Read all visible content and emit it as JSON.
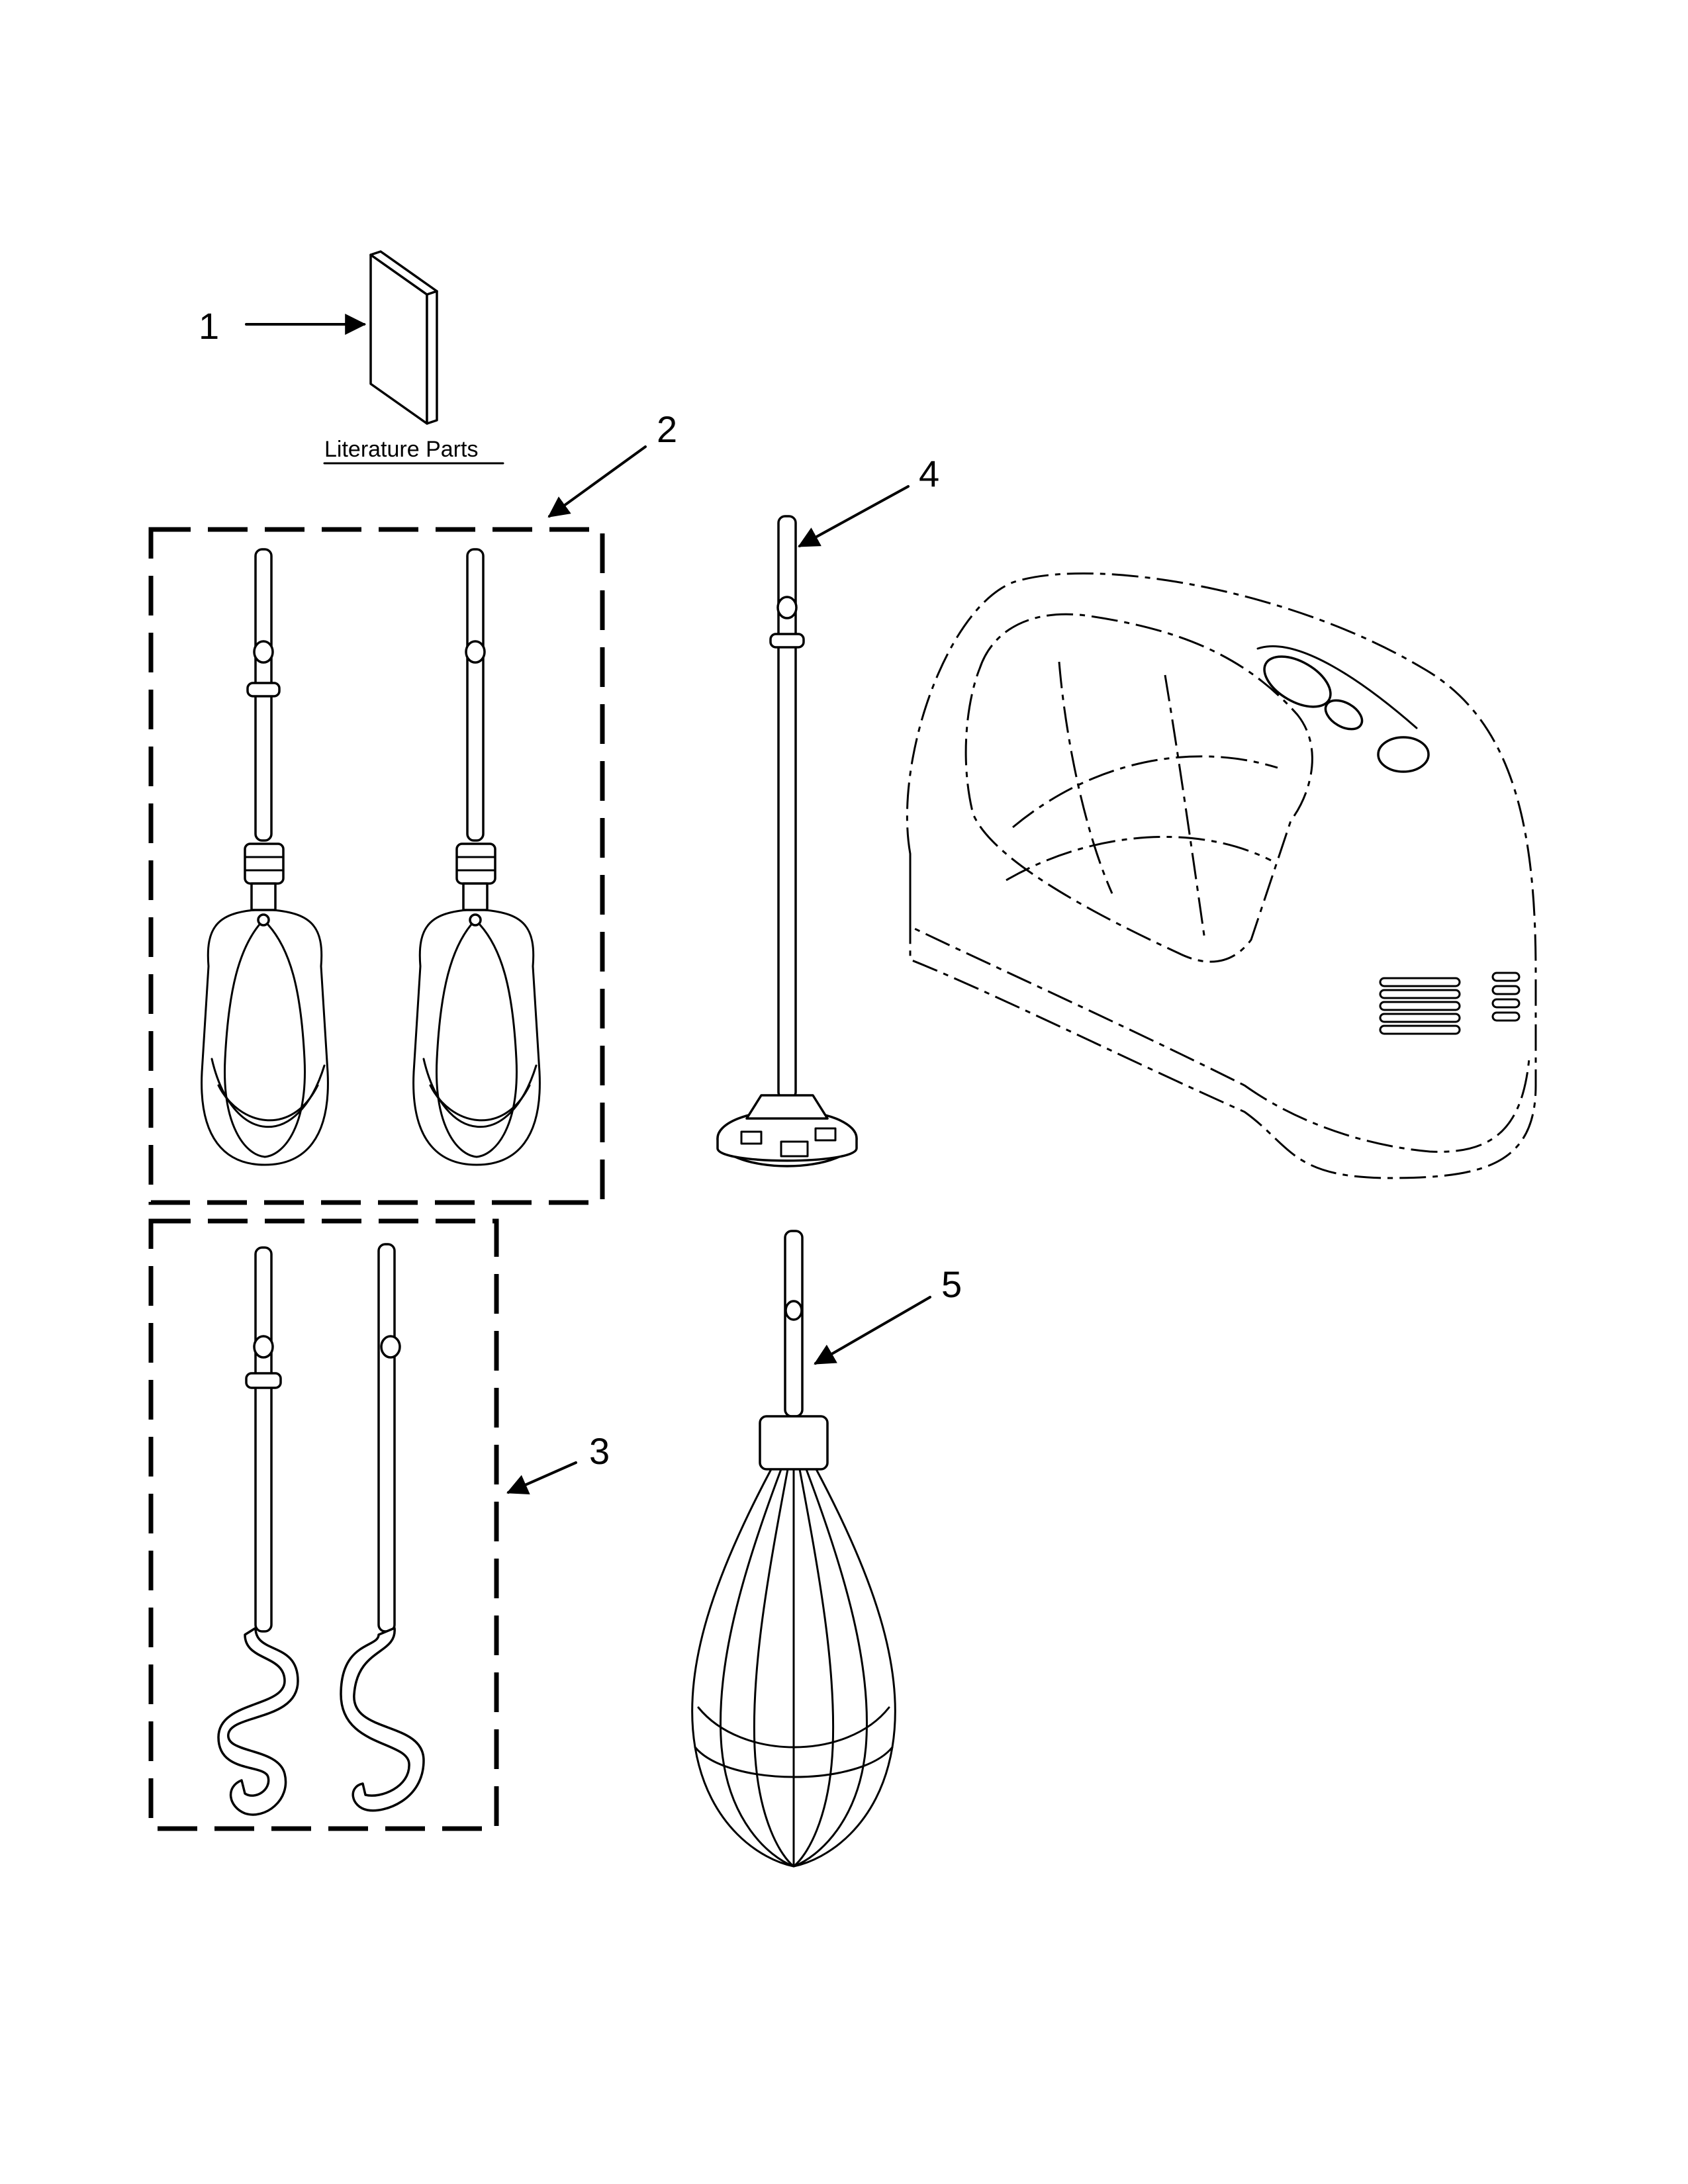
{
  "callouts": {
    "c1": "1",
    "c2": "2",
    "c3": "3",
    "c4": "4",
    "c5": "5"
  },
  "literature_label": "Literature Parts",
  "colors": {
    "line": "#000000",
    "background": "#ffffff"
  }
}
